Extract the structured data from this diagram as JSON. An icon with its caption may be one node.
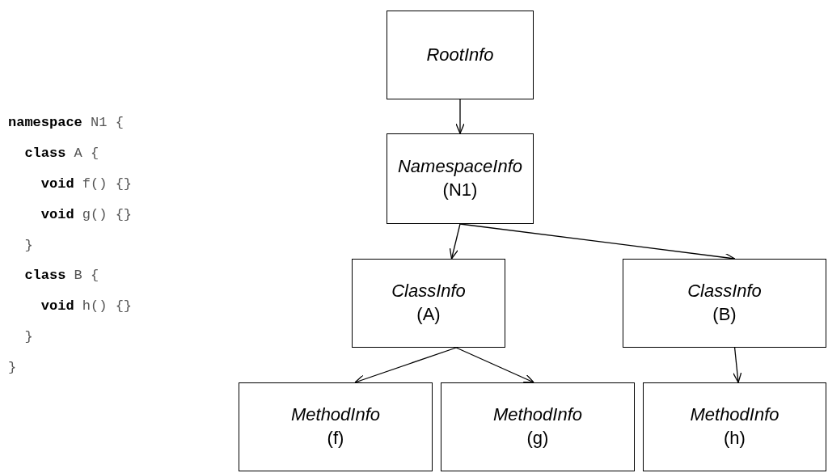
{
  "diagram": {
    "nodes": [
      {
        "text": [
          "RootInfo"
        ]
      },
      {
        "text": [
          "NamespaceInfo",
          "(N1)"
        ]
      },
      {
        "text": [
          "ClassInfo",
          "(A)"
        ]
      },
      {
        "text": [
          "ClassInfo",
          "(B)"
        ]
      },
      {
        "text": [
          "MethodInfo",
          "(f)"
        ]
      },
      {
        "text": [
          "MethodInfo",
          "(g)"
        ]
      },
      {
        "text": [
          "MethodInfo",
          "(h)"
        ]
      }
    ],
    "edges": [
      {
        "from": 0,
        "to": 1,
        "arrow": "to"
      },
      {
        "from": 1,
        "to": 2,
        "arrow": "to"
      },
      {
        "from": 1,
        "to": 3,
        "arrow": "to"
      },
      {
        "from": 2,
        "to": 4,
        "arrow": "to"
      },
      {
        "from": 2,
        "to": 5,
        "arrow": "to"
      },
      {
        "from": 3,
        "to": 6,
        "arrow": "to"
      }
    ],
    "labels": [
      "**namespace** N1 {",
      "  **class** A {",
      "    **void** f() {}",
      "    **void** g() {}",
      "  }",
      "  **class** B {",
      "    **void** h() {}",
      "  }",
      "}"
    ]
  }
}
